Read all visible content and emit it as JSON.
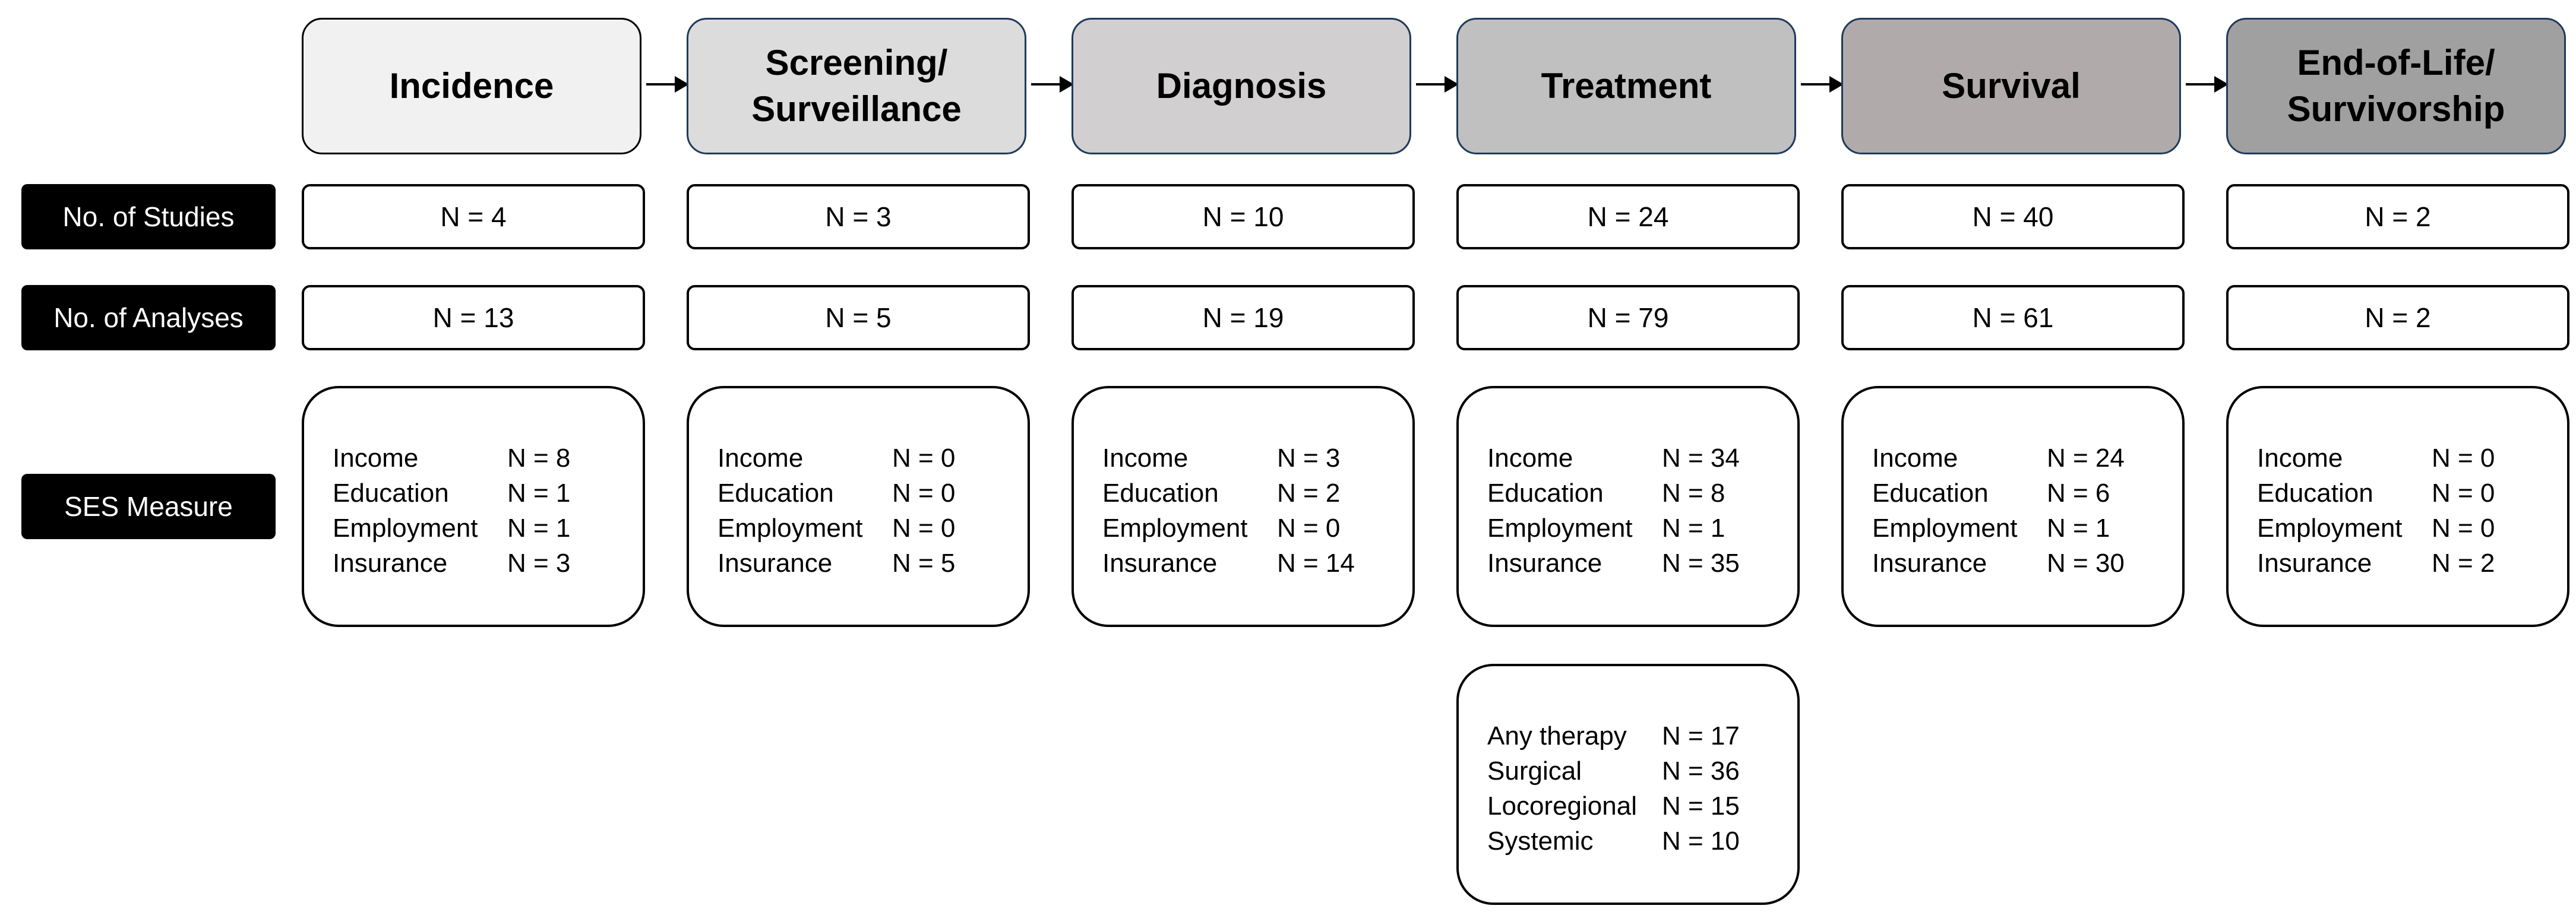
{
  "row_labels": {
    "studies": "No. of Studies",
    "analyses": "No. of Analyses",
    "ses": "SES Measure"
  },
  "stages": [
    {
      "title_line1": "Incidence",
      "title_line2": "",
      "fill": "#f1f1f1",
      "studies": "N = 4",
      "analyses": "N = 13",
      "ses": [
        {
          "measure": "Income",
          "n": "N = 8"
        },
        {
          "measure": "Education",
          "n": "N = 1"
        },
        {
          "measure": "Employment",
          "n": "N = 1"
        },
        {
          "measure": "Insurance",
          "n": "N = 3"
        }
      ]
    },
    {
      "title_line1": "Screening/",
      "title_line2": "Surveillance",
      "fill": "#dcdcdc",
      "studies": "N = 3",
      "analyses": "N = 5",
      "ses": [
        {
          "measure": "Income",
          "n": "N = 0"
        },
        {
          "measure": "Education",
          "n": "N = 0"
        },
        {
          "measure": "Employment",
          "n": "N = 0"
        },
        {
          "measure": "Insurance",
          "n": "N = 5"
        }
      ]
    },
    {
      "title_line1": "Diagnosis",
      "title_line2": "",
      "fill": "#d2cfd0",
      "studies": "N = 10",
      "analyses": "N = 19",
      "ses": [
        {
          "measure": "Income",
          "n": "N = 3"
        },
        {
          "measure": "Education",
          "n": "N = 2"
        },
        {
          "measure": "Employment",
          "n": "N = 0"
        },
        {
          "measure": "Insurance",
          "n": "N = 14"
        }
      ]
    },
    {
      "title_line1": "Treatment",
      "title_line2": "",
      "fill": "#c0c0c0",
      "studies": "N = 24",
      "analyses": "N = 79",
      "ses": [
        {
          "measure": "Income",
          "n": "N = 34"
        },
        {
          "measure": "Education",
          "n": "N = 8"
        },
        {
          "measure": "Employment",
          "n": "N = 1"
        },
        {
          "measure": "Insurance",
          "n": "N = 35"
        }
      ]
    },
    {
      "title_line1": "Survival",
      "title_line2": "",
      "fill": "#b0abaa",
      "studies": "N = 40",
      "analyses": "N = 61",
      "ses": [
        {
          "measure": "Income",
          "n": "N = 24"
        },
        {
          "measure": "Education",
          "n": "N = 6"
        },
        {
          "measure": "Employment",
          "n": "N = 1"
        },
        {
          "measure": "Insurance",
          "n": "N = 30"
        }
      ]
    },
    {
      "title_line1": "End-of-Life/",
      "title_line2": "Survivorship",
      "fill": "#a0a0a0",
      "studies": "N = 2",
      "analyses": "N = 2",
      "ses": [
        {
          "measure": "Income",
          "n": "N = 0"
        },
        {
          "measure": "Education",
          "n": "N = 0"
        },
        {
          "measure": "Employment",
          "n": "N = 0"
        },
        {
          "measure": "Insurance",
          "n": "N = 2"
        }
      ]
    }
  ],
  "treatment_types": [
    {
      "type": "Any therapy",
      "n": "N = 17"
    },
    {
      "type": "Surgical",
      "n": "N = 36"
    },
    {
      "type": "Locoregional",
      "n": "N = 15"
    },
    {
      "type": "Systemic",
      "n": "N = 10"
    }
  ]
}
